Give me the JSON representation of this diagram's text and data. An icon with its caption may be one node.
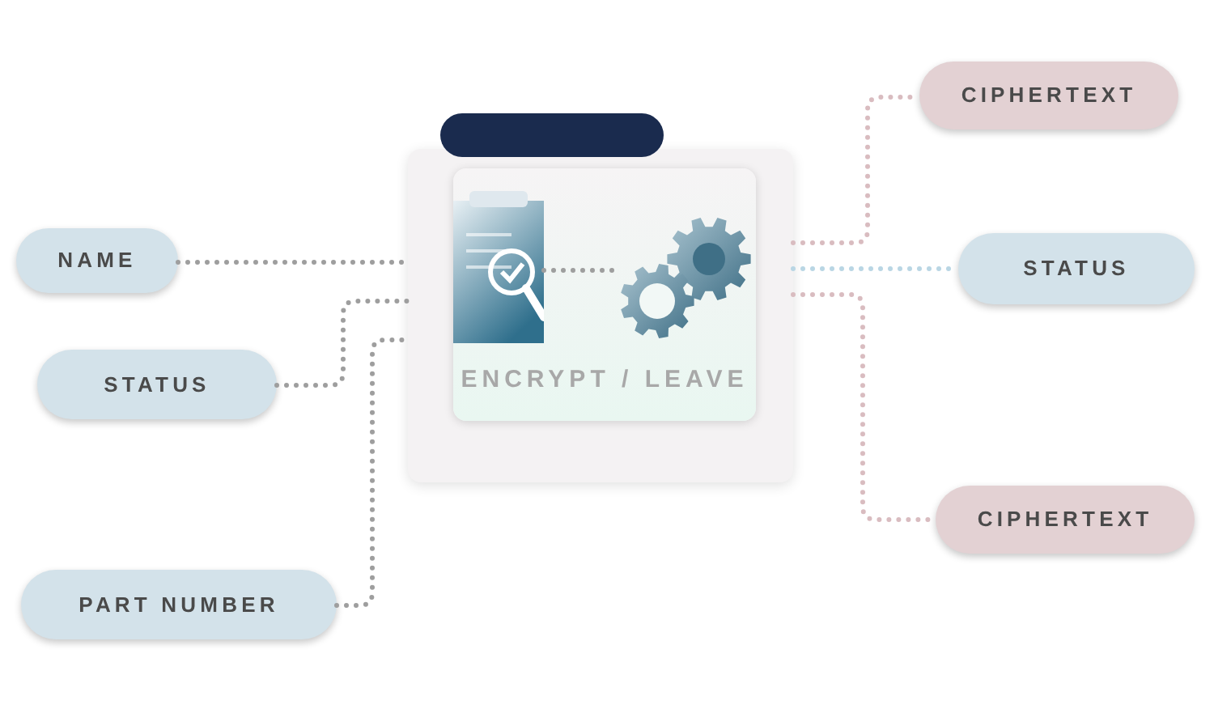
{
  "diagram": {
    "nodes": [
      {
        "text": [],
        "shape": "box"
      },
      {
        "text": [
          "ENCRYPT / LEAVE"
        ],
        "in": 0
      },
      {
        "text": [],
        "shape": "picture",
        "in": 1
      },
      {
        "text": [],
        "shape": "picture",
        "in": 1
      },
      {
        "text": [],
        "shape": "box"
      },
      {
        "text": [
          "NAME"
        ]
      },
      {
        "text": [
          "STATUS"
        ]
      },
      {
        "text": [
          "PART NUMBER"
        ]
      },
      {
        "text": [
          "CIPHERTEXT"
        ]
      },
      {
        "text": [
          "STATUS"
        ]
      },
      {
        "text": [
          "CIPHERTEXT"
        ]
      }
    ],
    "edges": [
      {
        "from": 5,
        "to": 0,
        "arrow": "none"
      },
      {
        "from": 6,
        "to": 0,
        "arrow": "none"
      },
      {
        "from": 7,
        "to": 0,
        "arrow": "none"
      },
      {
        "from": 2,
        "to": 3,
        "arrow": "none"
      },
      {
        "from": 0,
        "to": 8,
        "arrow": "none",
        "color": "#d9bcc0"
      },
      {
        "from": 0,
        "to": 9,
        "arrow": "none",
        "color": "#b9d6e4"
      },
      {
        "from": 0,
        "to": 10,
        "arrow": "none",
        "color": "#d9bcc0"
      }
    ]
  }
}
